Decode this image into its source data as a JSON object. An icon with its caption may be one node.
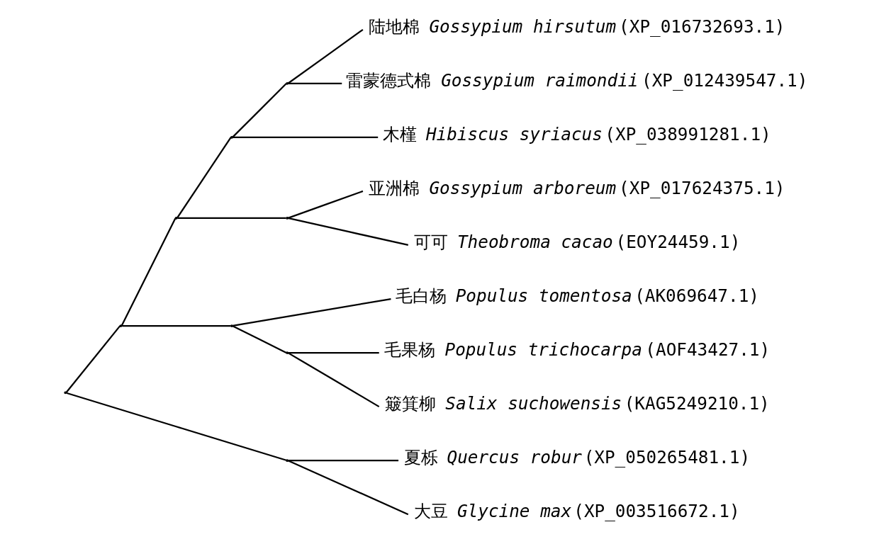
{
  "diagram": {
    "nodes": [
      {
        "text": [],
        "shape": "point"
      },
      {
        "text": [],
        "shape": "point"
      },
      {
        "text": [],
        "shape": "point"
      },
      {
        "text": [],
        "shape": "point"
      },
      {
        "text": [],
        "shape": "point"
      },
      {
        "text": [
          "陆地棉 *Gossypium hirsutum*(XP_016732693.1)"
        ]
      },
      {
        "text": [
          "雷蒙德式棉 *Gossypium raimondii*(XP_012439547.1)"
        ]
      },
      {
        "text": [
          "木槿 *Hibiscus syriacus*(XP_038991281.1)"
        ]
      },
      {
        "text": [],
        "shape": "point"
      },
      {
        "text": [
          "亚洲棉 *Gossypium arboreum*(XP_017624375.1)"
        ]
      },
      {
        "text": [
          "可可 *Theobroma cacao*(EOY24459.1)"
        ]
      },
      {
        "text": [],
        "shape": "point"
      },
      {
        "text": [
          "毛白杨 *Populus tomentosa*(AK069647.1)"
        ]
      },
      {
        "text": [],
        "shape": "point"
      },
      {
        "text": [
          "毛果杨 *Populus trichocarpa*(AOF43427.1)"
        ]
      },
      {
        "text": [
          "簸箕柳 *Salix suchowensis*(KAG5249210.1)"
        ]
      },
      {
        "text": [],
        "shape": "point"
      },
      {
        "text": [
          "夏栎 *Quercus robur*(XP_050265481.1)"
        ]
      },
      {
        "text": [
          "大豆 *Glycine max*(XP_003516672.1)"
        ]
      }
    ],
    "edges": [
      {
        "from": 0,
        "to": 1,
        "arrow": "none"
      },
      {
        "from": 0,
        "to": 16,
        "arrow": "none"
      },
      {
        "from": 1,
        "to": 2,
        "arrow": "none"
      },
      {
        "from": 1,
        "to": 11,
        "arrow": "none"
      },
      {
        "from": 2,
        "to": 3,
        "arrow": "none"
      },
      {
        "from": 2,
        "to": 8,
        "arrow": "none"
      },
      {
        "from": 3,
        "to": 4,
        "arrow": "none"
      },
      {
        "from": 3,
        "to": 7,
        "arrow": "none"
      },
      {
        "from": 4,
        "to": 5,
        "arrow": "none"
      },
      {
        "from": 4,
        "to": 6,
        "arrow": "none"
      },
      {
        "from": 8,
        "to": 9,
        "arrow": "none"
      },
      {
        "from": 8,
        "to": 10,
        "arrow": "none"
      },
      {
        "from": 11,
        "to": 12,
        "arrow": "none"
      },
      {
        "from": 11,
        "to": 13,
        "arrow": "none"
      },
      {
        "from": 13,
        "to": 14,
        "arrow": "none"
      },
      {
        "from": 13,
        "to": 15,
        "arrow": "none"
      },
      {
        "from": 16,
        "to": 17,
        "arrow": "none"
      },
      {
        "from": 16,
        "to": 18,
        "arrow": "none"
      }
    ]
  }
}
